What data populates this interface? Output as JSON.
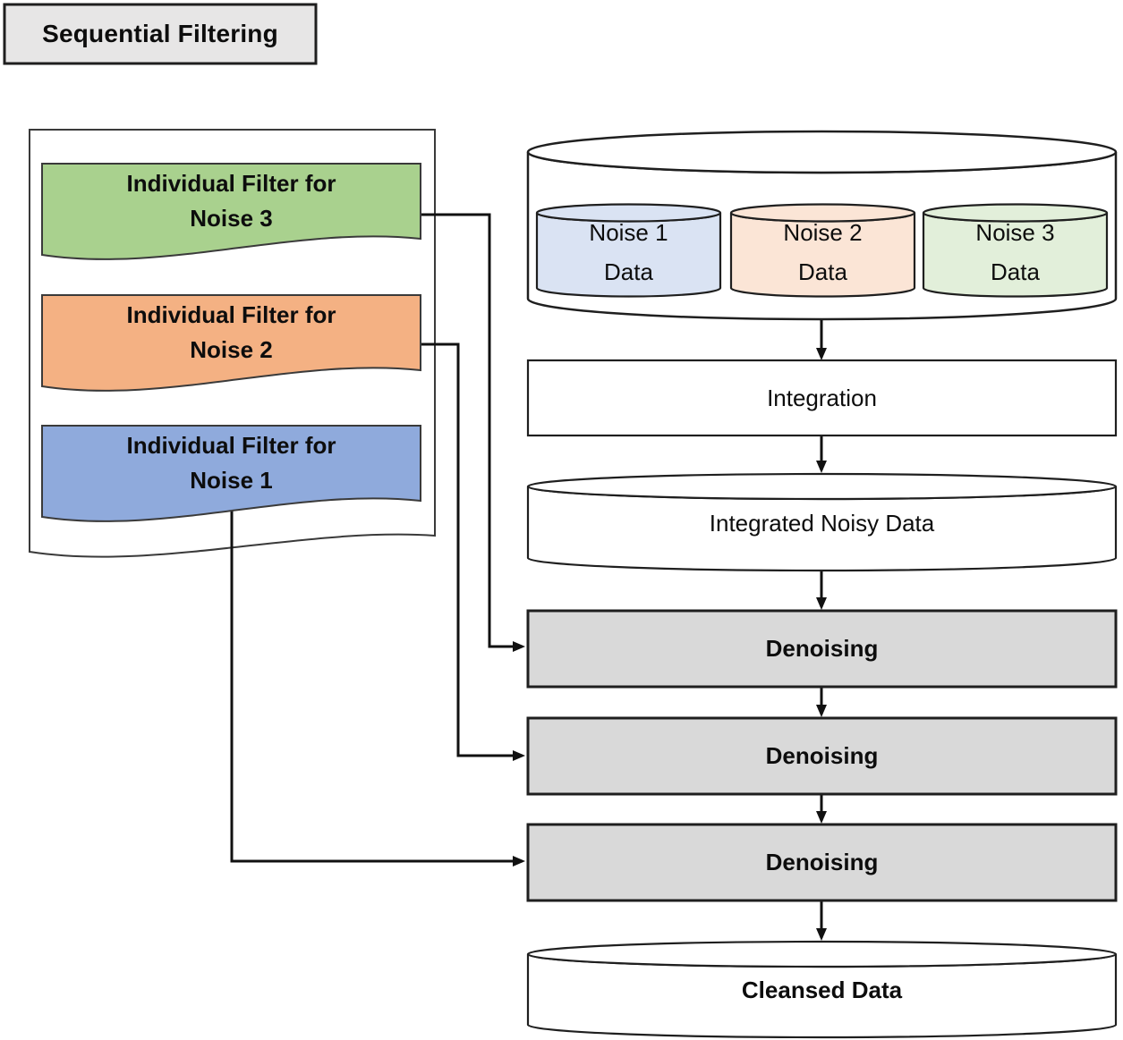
{
  "title": "Sequential Filtering",
  "colors": {
    "title_bg": "#e7e6e6",
    "shape_white": "#ffffff",
    "filter_noise3": "#a9d18e",
    "filter_noise2": "#f4b183",
    "filter_noise1": "#8faadc",
    "cyl_noise1": "#dae3f3",
    "cyl_noise2": "#fbe5d6",
    "cyl_noise3": "#e2efda",
    "process_box": "#d9d9d9"
  },
  "left_panel": {
    "filters": [
      {
        "line1": "Individual Filter for",
        "line2": "Noise 3"
      },
      {
        "line1": "Individual Filter for",
        "line2": "Noise 2"
      },
      {
        "line1": "Individual Filter for",
        "line2": "Noise 1"
      }
    ]
  },
  "pipeline": {
    "source_cylinders": [
      {
        "line1": "Noise 1",
        "line2": "Data"
      },
      {
        "line1": "Noise 2",
        "line2": "Data"
      },
      {
        "line1": "Noise 3",
        "line2": "Data"
      }
    ],
    "integration": "Integration",
    "integrated_noisy_data": "Integrated Noisy Data",
    "denoising_steps": [
      "Denoising",
      "Denoising",
      "Denoising"
    ],
    "cleansed_data": "Cleansed Data"
  }
}
